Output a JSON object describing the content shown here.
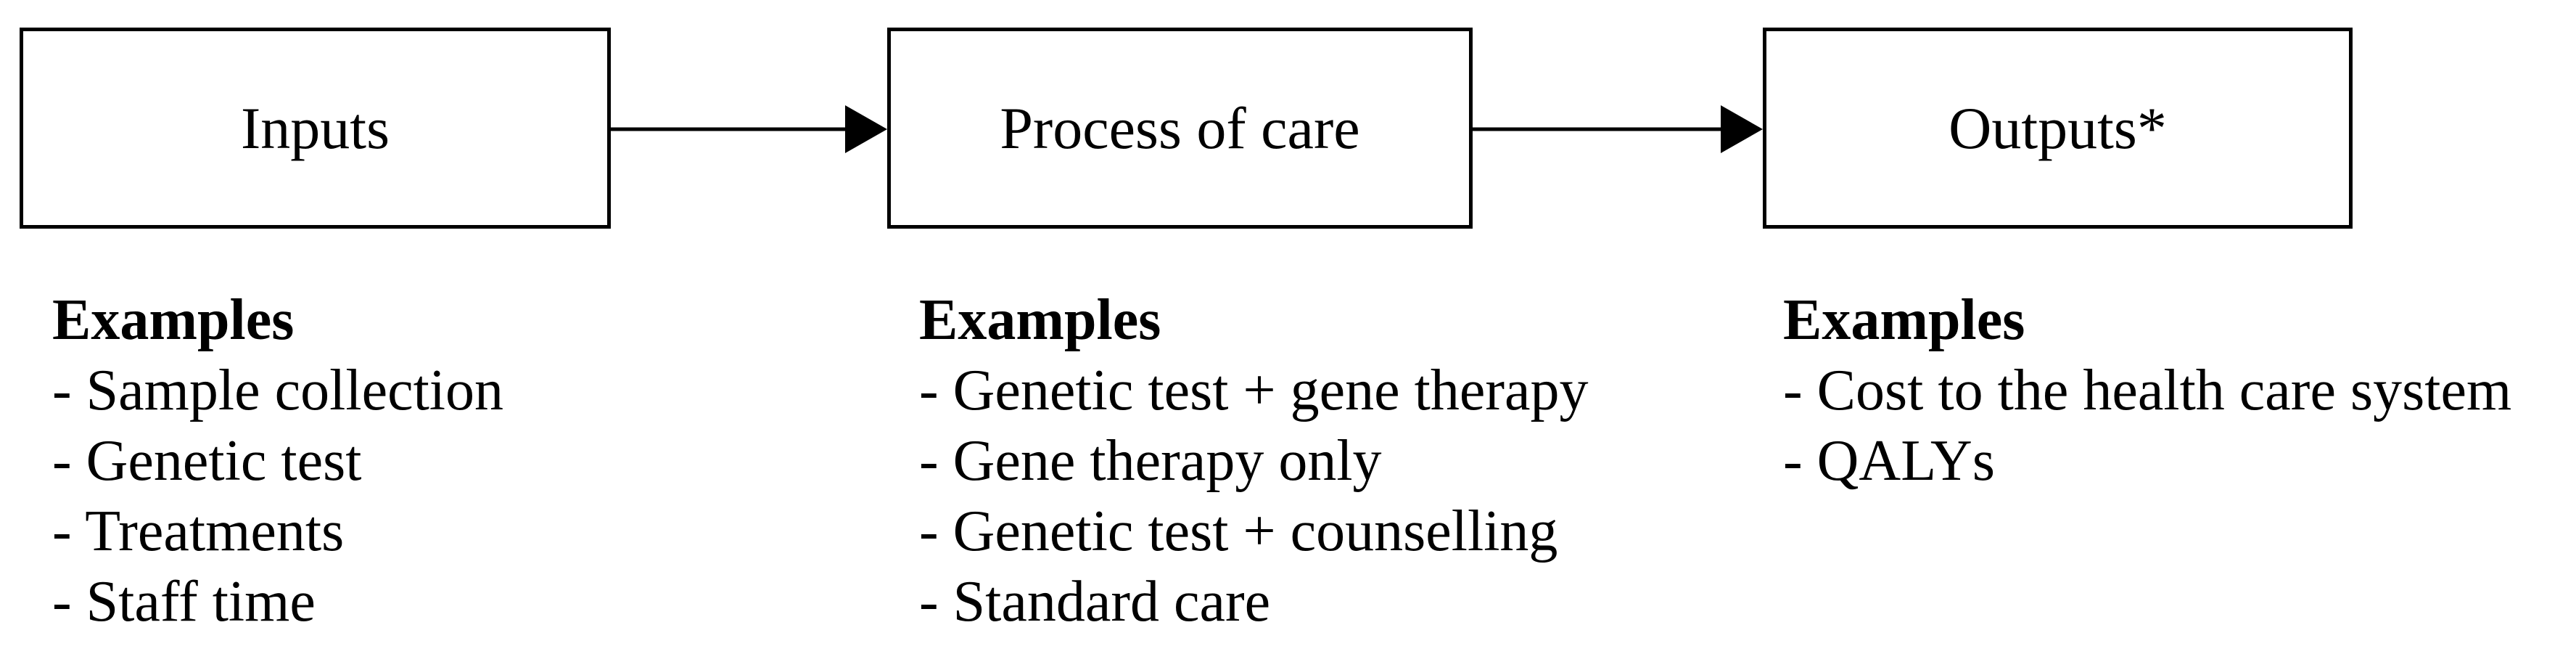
{
  "diagram": {
    "title": "Inputs - Process of care - Outputs flow diagram",
    "colors": {
      "background": "#ffffff",
      "box_border": "#000000",
      "arrow": "#000000",
      "text": "#000000"
    },
    "nodes": [
      {
        "label": "Inputs",
        "examples_title": "Examples",
        "examples": [
          "- Sample collection",
          "- Genetic test",
          "- Treatments",
          "- Staff time"
        ]
      },
      {
        "label": "Process of care",
        "examples_title": "Examples",
        "examples": [
          "- Genetic test + gene therapy",
          "- Gene therapy only",
          "- Genetic test + counselling",
          "- Standard care"
        ]
      },
      {
        "label": "Outputs*",
        "examples_title": "Examples",
        "examples": [
          "- Cost to the health care system",
          "- QALYs"
        ]
      }
    ],
    "connections": [
      {
        "from": "Inputs",
        "to": "Process of care"
      },
      {
        "from": "Process of care",
        "to": "Outputs*"
      }
    ]
  }
}
